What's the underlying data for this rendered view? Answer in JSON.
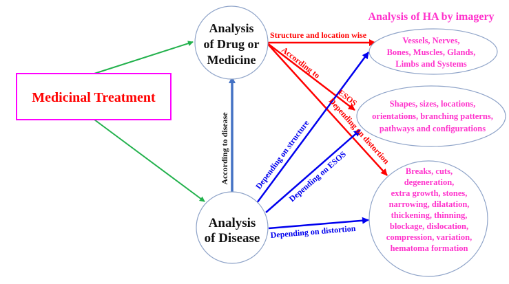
{
  "colors": {
    "green": "#22b14c",
    "red": "#ff0000",
    "blue": "#0000ee",
    "steel_blue": "#4472c4",
    "magenta": "#ff33cc",
    "box_border": "#ff00ff",
    "ellipse_border": "#8ea3c8",
    "black": "#111111"
  },
  "nodes": {
    "treatment": {
      "label": "Medicinal Treatment"
    },
    "drug": {
      "lines": [
        "Analysis",
        "of Drug or",
        "Medicine"
      ]
    },
    "disease": {
      "lines": [
        "Analysis",
        "of Disease"
      ]
    }
  },
  "imagery_title": "Analysis of HA by imagery",
  "outcomes": {
    "structure": {
      "lines": [
        "Vessels, Nerves,",
        "Bones, Muscles, Glands,",
        "Limbs and Systems"
      ]
    },
    "esos": {
      "lines": [
        "Shapes, sizes, locations,",
        "orientations, branching patterns,",
        "pathways and configurations"
      ]
    },
    "distortion": {
      "lines": [
        "Breaks, cuts,",
        "degeneration,",
        "extra growth, stones,",
        "narrowing, dilatation,",
        "thickening, thinning,",
        "blockage, dislocation,",
        "compression, variation,",
        "hematoma formation"
      ]
    }
  },
  "edge_labels": {
    "according_to_disease": "According to disease",
    "structure_location": "Structure and location wise",
    "according_to": "According to",
    "esos": "ESOS",
    "drug_depending_on_distortion": "Depending on distortion",
    "depending_on_structure": "Depending on structure",
    "depending_on_esos": "Depending on ESOS",
    "disease_depending_on_distortion": "Depending on distortion"
  }
}
